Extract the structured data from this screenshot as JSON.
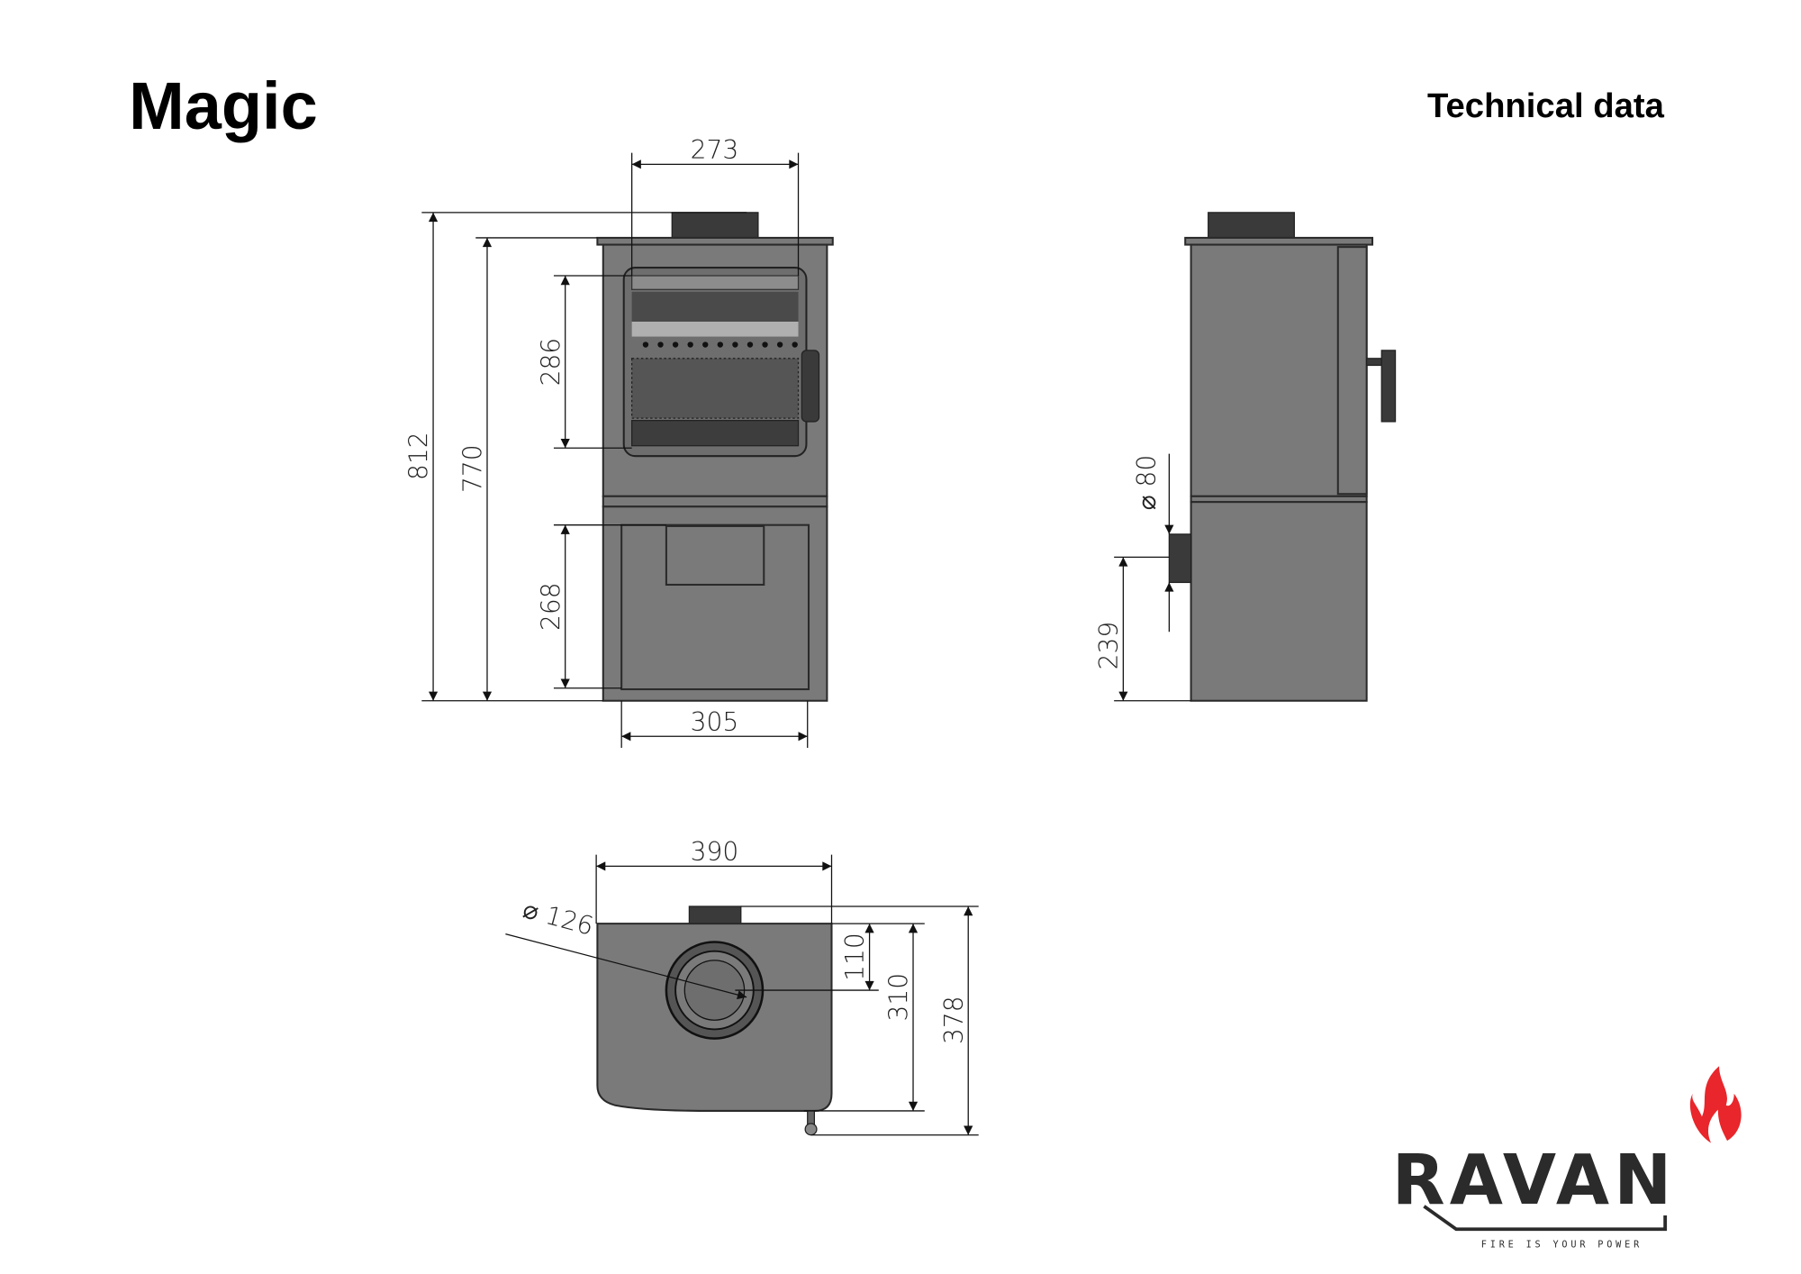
{
  "header": {
    "product_name": "Magic",
    "section_title": "Technical data"
  },
  "front_view": {
    "dimensions": {
      "flue_offset_width": "273",
      "total_height": "812",
      "body_height": "770",
      "glass_height": "286",
      "stand_opening_height": "268",
      "stand_opening_width": "305"
    }
  },
  "side_view": {
    "dimensions": {
      "rear_outlet_diameter": "⌀ 80",
      "rear_outlet_height": "239"
    }
  },
  "top_view": {
    "dimensions": {
      "width": "390",
      "flue_diameter": "⌀ 126",
      "flue_center_depth": "110",
      "body_depth": "310",
      "total_depth": "378"
    }
  },
  "logo": {
    "brand": "RAVAN",
    "tagline": "FIRE IS YOUR POWER",
    "flame_color": "#e8262b"
  }
}
